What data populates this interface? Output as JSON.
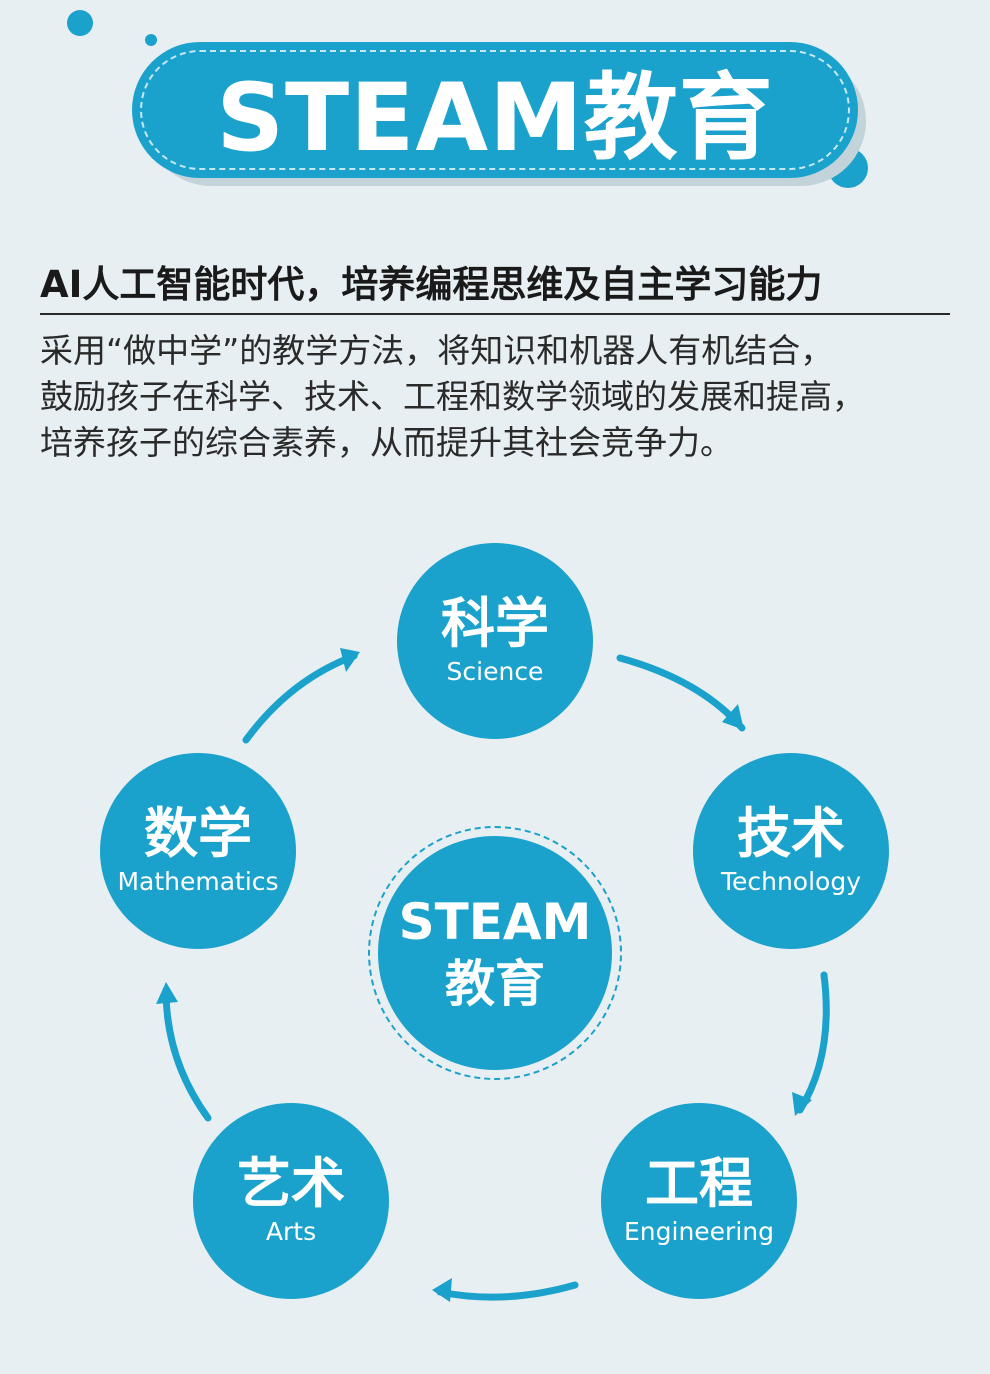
{
  "banner": {
    "title": "STEAM教育"
  },
  "subtitle": "AI人工智能时代，培养编程思维及自主学习能力",
  "intro_lines": [
    "采用“做中学”的教学方法，将知识和机器人有机结合，",
    "鼓励孩子在科学、技术、工程和数学领域的发展和提高，",
    "培养孩子的综合素养，从而提升其社会竞争力。"
  ],
  "diagram": {
    "center": {
      "line1": "STEAM",
      "line2": "教育"
    },
    "nodes": [
      {
        "cn": "科学",
        "en": "Science"
      },
      {
        "cn": "技术",
        "en": "Technology"
      },
      {
        "cn": "工程",
        "en": "Engineering"
      },
      {
        "cn": "艺术",
        "en": "Arts"
      },
      {
        "cn": "数学",
        "en": "Mathematics"
      }
    ]
  },
  "colors": {
    "accent": "#1ba2cc",
    "background": "#e8eff2",
    "text": "#2a2a2a"
  }
}
